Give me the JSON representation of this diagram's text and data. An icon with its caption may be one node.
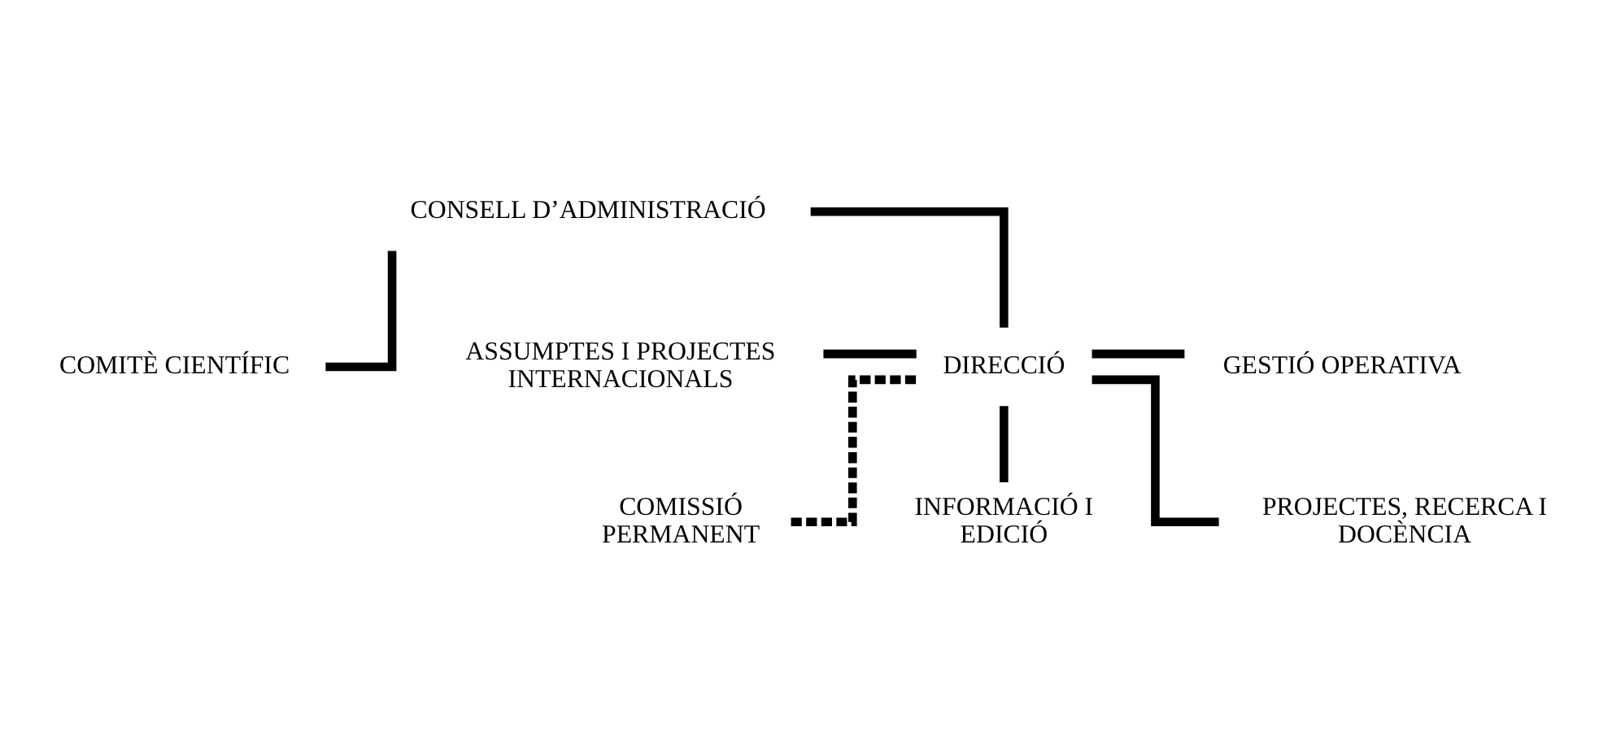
{
  "diagram": {
    "nodes": [
      {
        "text": [
          "CONSELL D’ADMINISTRACIÓ"
        ]
      },
      {
        "text": [
          "COMITÈ CIENTÍFIC"
        ]
      },
      {
        "text": [
          "ASSUMPTES I PROJECTES INTERNACIONALS"
        ]
      },
      {
        "text": [
          "DIRECCIÓ"
        ]
      },
      {
        "text": [
          "GESTIÓ OPERATIVA"
        ]
      },
      {
        "text": [
          "COMISSIÓ PERMANENT"
        ]
      },
      {
        "text": [
          "INFORMACIÓ I EDICIÓ"
        ]
      },
      {
        "text": [
          "PROJECTES, RECERCA I DOCÈNCIA"
        ]
      }
    ],
    "edges": [
      {
        "from": 0,
        "to": 3,
        "arrow": "none"
      },
      {
        "from": 0,
        "to": 1,
        "arrow": "none"
      },
      {
        "from": 2,
        "to": 3,
        "arrow": "none"
      },
      {
        "from": 3,
        "to": 4,
        "arrow": "none"
      },
      {
        "from": 3,
        "to": 5,
        "arrow": "none",
        "style": "dashed"
      },
      {
        "from": 3,
        "to": 6,
        "arrow": "none"
      },
      {
        "from": 3,
        "to": 7,
        "arrow": "none"
      }
    ]
  }
}
